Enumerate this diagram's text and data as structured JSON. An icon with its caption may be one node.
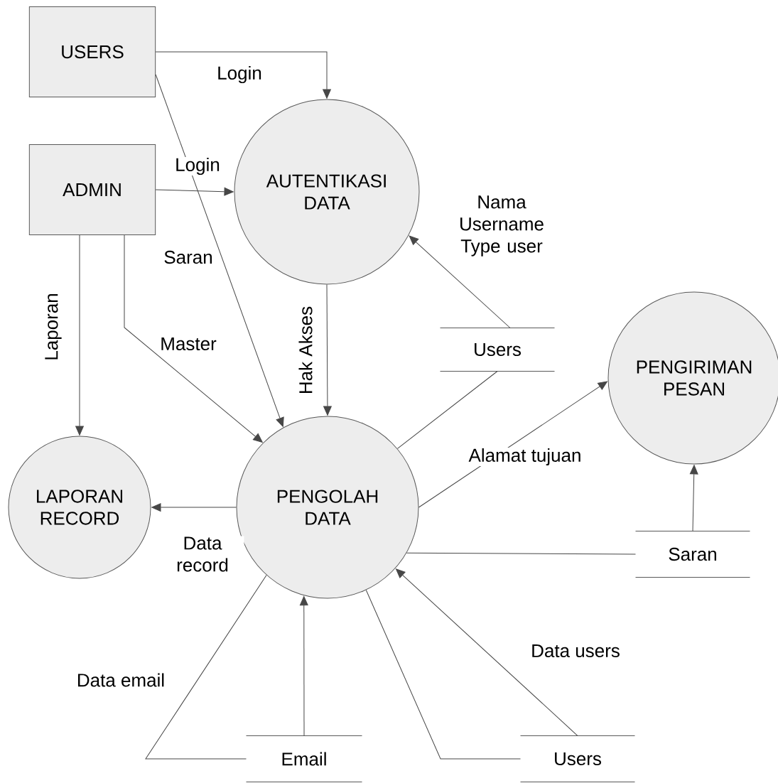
{
  "diagram": {
    "nodes": [
      {
        "text": [
          "USERS"
        ]
      },
      {
        "text": [
          "ADMIN"
        ]
      },
      {
        "text": [
          "AUTENTIKASI DATA"
        ]
      },
      {
        "text": [
          "Users"
        ]
      },
      {
        "text": [
          "PENGIRIMAN PESAN"
        ]
      },
      {
        "text": [
          "LAPORAN RECORD"
        ]
      },
      {
        "text": [
          "PENGOLAH DATA"
        ]
      },
      {
        "text": [
          "Saran"
        ]
      },
      {
        "text": [
          "Email"
        ]
      },
      {
        "text": [
          "Users"
        ]
      }
    ],
    "edges": [
      {
        "from": 0,
        "to": 2,
        "arrow": "to",
        "label": "Login"
      },
      {
        "from": 0,
        "to": 6,
        "arrow": "to",
        "label": "Saran"
      },
      {
        "from": 1,
        "to": 2,
        "arrow": "to",
        "label": "Login"
      },
      {
        "from": 1,
        "to": 5,
        "arrow": "to",
        "label": "Laporan"
      },
      {
        "from": 1,
        "to": 6,
        "arrow": "to",
        "label": "Master"
      },
      {
        "from": 2,
        "to": 6,
        "arrow": "to",
        "label": "Hak Akses"
      },
      {
        "from": 3,
        "to": 2,
        "arrow": "to",
        "label": "Nama Username Type user"
      },
      {
        "from": 6,
        "to": 3,
        "arrow": "none"
      },
      {
        "from": 6,
        "to": 5,
        "arrow": "to",
        "label": "Data record"
      },
      {
        "from": 6,
        "to": 4,
        "arrow": "to",
        "label": "Alamat tujuan"
      },
      {
        "from": 7,
        "to": 4,
        "arrow": "to"
      },
      {
        "from": 7,
        "to": 6,
        "arrow": "none"
      },
      {
        "from": 6,
        "to": 8,
        "arrow": "none",
        "label": "Data email"
      },
      {
        "from": 8,
        "to": 6,
        "arrow": "to"
      },
      {
        "from": 6,
        "to": 9,
        "arrow": "none"
      },
      {
        "from": 9,
        "to": 6,
        "arrow": "to",
        "label": "Data users"
      }
    ]
  }
}
